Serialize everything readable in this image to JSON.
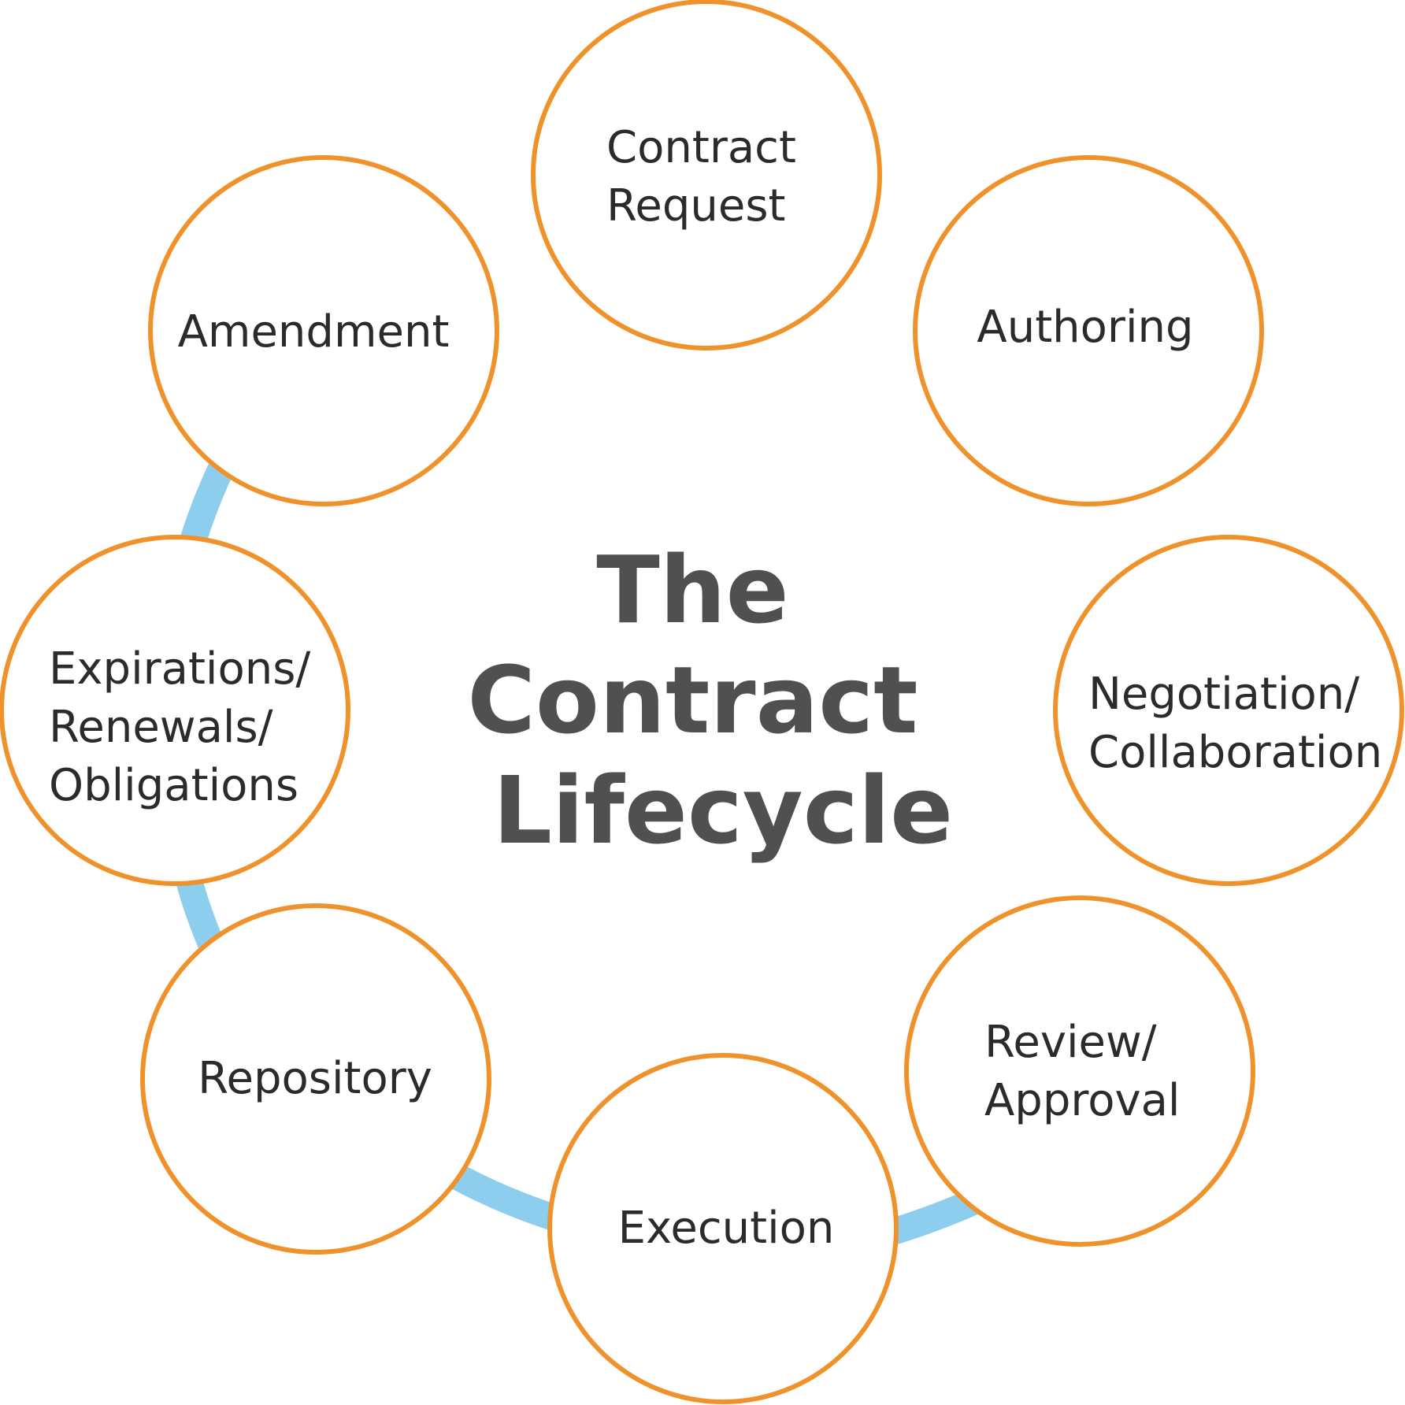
{
  "title": {
    "lines": [
      "The",
      "Contract",
      "Lifecycle"
    ]
  },
  "stages": [
    {
      "id": "contract-request",
      "lines": [
        "Contract",
        "Request"
      ]
    },
    {
      "id": "authoring",
      "lines": [
        "Authoring"
      ]
    },
    {
      "id": "negotiation",
      "lines": [
        "Negotiation/",
        "Collaboration"
      ]
    },
    {
      "id": "review",
      "lines": [
        "Review/",
        "Approval"
      ]
    },
    {
      "id": "execution",
      "lines": [
        "Execution"
      ]
    },
    {
      "id": "repository",
      "lines": [
        "Repository"
      ]
    },
    {
      "id": "expirations",
      "lines": [
        "Expirations/",
        "Renewals/",
        "Obligations"
      ]
    },
    {
      "id": "amendment",
      "lines": [
        "Amendment"
      ]
    }
  ],
  "colors": {
    "circle_stroke": "#f0922b",
    "ring": "#8dcdee",
    "title": "#505050",
    "text": "#2b2b2b"
  }
}
